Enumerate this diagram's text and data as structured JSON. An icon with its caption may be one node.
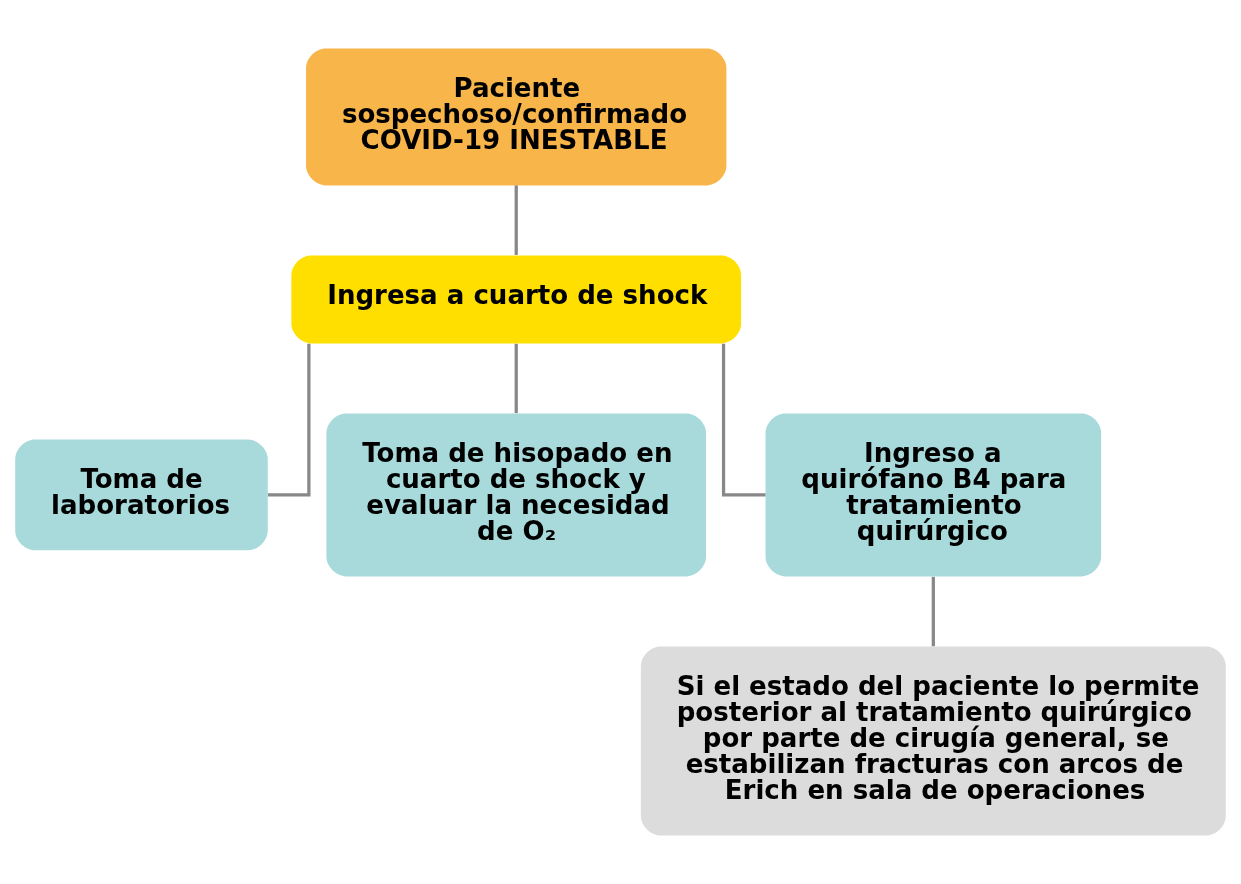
{
  "diagram": {
    "nodes": [
      {
        "text": [
          "Paciente sospechoso/confirmado COVID-19 INESTABLE"
        ]
      },
      {
        "text": [
          "Ingresa a cuarto de shock"
        ]
      },
      {
        "text": [
          "Toma de laboratorios"
        ]
      },
      {
        "text": [
          "Toma de hisopado en cuarto de shock y evaluar la necesidad de O₂"
        ]
      },
      {
        "text": [
          "Ingreso a quirófano B4 para tratamiento quirúrgico"
        ]
      },
      {
        "text": [
          "Si el estado del paciente lo permite posterior al tratamiento quirúrgico por parte de cirugía general, se estabilizan fracturas con arcos de Erich en sala de operaciones"
        ]
      }
    ],
    "edges": [
      {
        "from": 0,
        "to": 1,
        "arrow": "none"
      },
      {
        "from": 1,
        "to": 2,
        "arrow": "none"
      },
      {
        "from": 1,
        "to": 3,
        "arrow": "none"
      },
      {
        "from": 1,
        "to": 4,
        "arrow": "none"
      },
      {
        "from": 4,
        "to": 5,
        "arrow": "none"
      }
    ]
  }
}
